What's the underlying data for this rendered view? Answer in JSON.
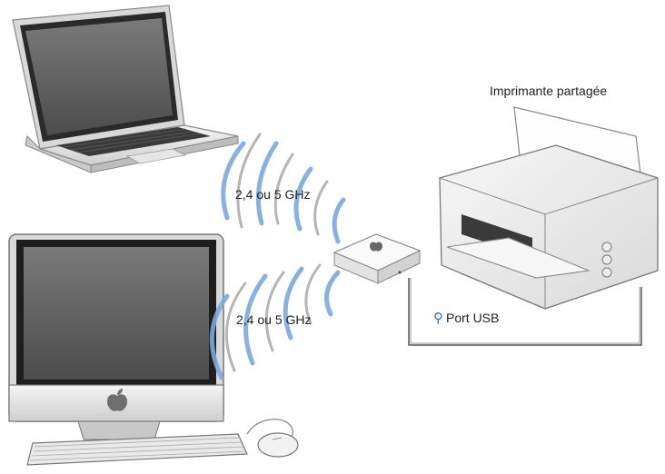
{
  "labels": {
    "printer": "Imprimante partagée",
    "band_laptop": "2,4 ou 5 GHz",
    "band_desktop": "2,4 ou 5 GHz",
    "usb": "Port USB"
  },
  "icons": {
    "usb": "usb-icon",
    "apple_logo": "apple-logo-icon"
  },
  "colors": {
    "wave_blue": "#7aa8dc",
    "wave_gray": "#b5b5b5",
    "cable": "#555555",
    "usb_blue": "#2a6fd6"
  }
}
